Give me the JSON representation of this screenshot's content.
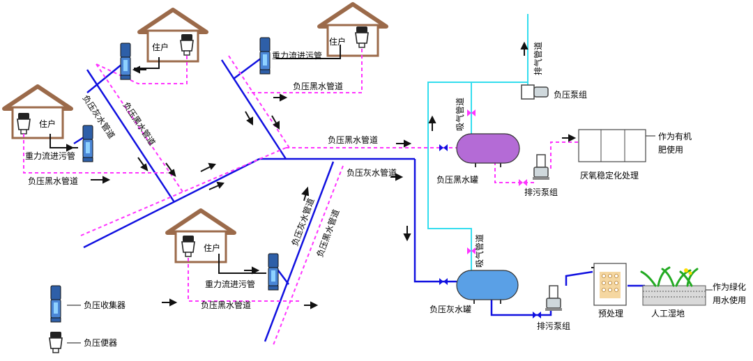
{
  "colors": {
    "gray_pipe": "#1010e0",
    "black_pipe": "#ff33ff",
    "vent_pipe": "#33ddee",
    "house_roof": "#9b6a4a",
    "collector": "#2e5fa8",
    "black_tank": "#b46bd6",
    "gray_tank": "#5aa0e6"
  },
  "labels": {
    "house": "住户",
    "gravity": "重力流进污管",
    "black_pipe": "负压黑水管道",
    "gray_pipe": "负压灰水管道",
    "vacuum_pump": "负压泵组",
    "exhaust": "排气管道",
    "suction": "吸气管道",
    "black_tank": "负压黑水罐",
    "gray_tank": "负压灰水罐",
    "sewage_pump": "排污泵组",
    "anaerobic": "厌氧稳定化处理",
    "fertilizer_1": "作为有机",
    "fertilizer_2": "肥使用",
    "pretreat": "预处理",
    "wetland": "人工湿地",
    "green_1": "作为绿化",
    "green_2": "用水使用"
  },
  "legend": {
    "collector": "负压收集器",
    "toilet": "负压便器"
  }
}
